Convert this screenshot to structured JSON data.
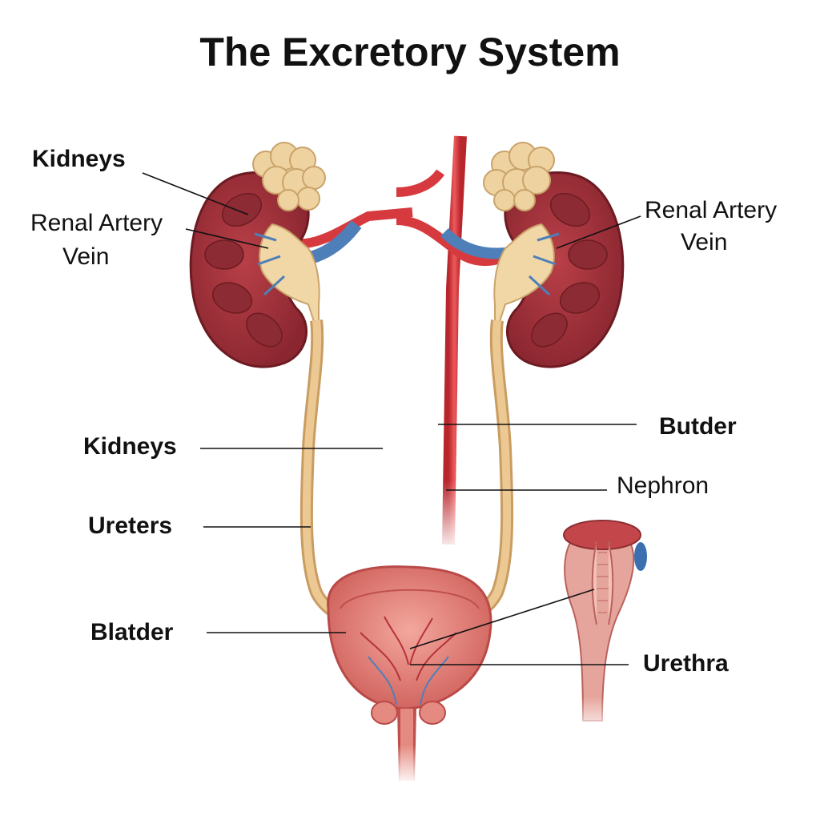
{
  "title": "The Excretory System",
  "labels": {
    "kidneys_top": "Kidneys",
    "renal_left_1": "Renal Artery",
    "renal_left_2": "Vein",
    "renal_right_1": "Renal Artery",
    "renal_right_2": "Vein",
    "kidneys_mid": "Kidneys",
    "ureters": "Ureters",
    "bladder": "Blatder",
    "butder": "Butder",
    "nephron": "Nephron",
    "urethra": "Urethra"
  },
  "colors": {
    "kidney": "#a8333a",
    "kidney_dark": "#7d1f27",
    "pelvis": "#f1d7a6",
    "ureter": "#e7c08c",
    "artery": "#d63a3e",
    "vein": "#4f7fb8",
    "adrenal": "#eed2a0",
    "bladder": "#e07a72",
    "urethra": "#e2a098"
  }
}
